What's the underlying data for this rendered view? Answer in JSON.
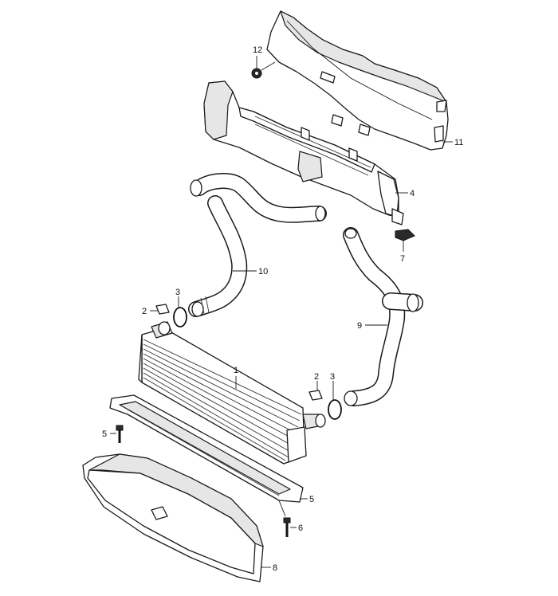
{
  "diagram": {
    "callouts": {
      "c1": "1",
      "c2a": "2",
      "c2b": "2",
      "c3a": "3",
      "c3b": "3",
      "c4": "4",
      "c5a": "5",
      "c5b": "5",
      "c6": "6",
      "c7": "7",
      "c8": "8",
      "c9": "9",
      "c10": "10",
      "c11": "11",
      "c12": "12"
    }
  }
}
